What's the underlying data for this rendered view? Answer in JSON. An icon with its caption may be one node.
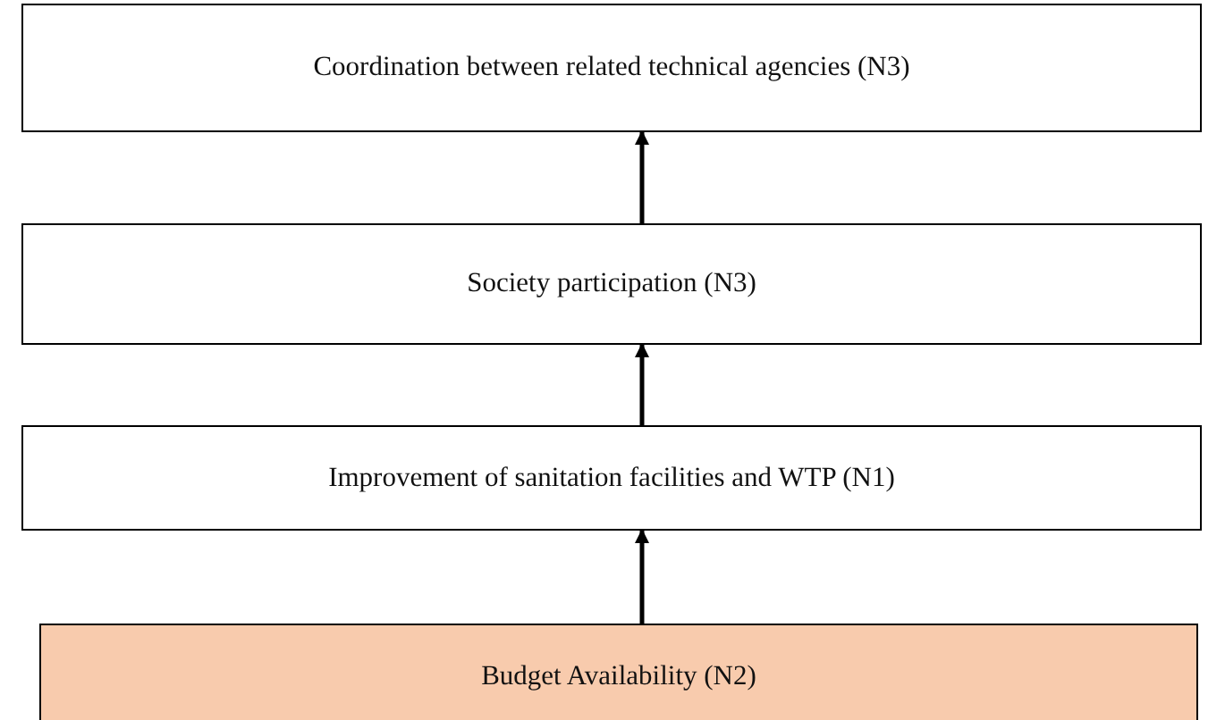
{
  "diagram": {
    "nodes": [
      {
        "text": [
          "Coordination between related technical agencies (N3)"
        ]
      },
      {
        "text": [
          "Society participation (N3)"
        ]
      },
      {
        "text": [
          "Improvement of sanitation facilities and WTP (N1)"
        ]
      },
      {
        "text": [
          "Budget Availability (N2)"
        ]
      }
    ],
    "edges": [
      {
        "from": 1,
        "to": 0,
        "arrow": "to"
      },
      {
        "from": 2,
        "to": 1,
        "arrow": "to"
      },
      {
        "from": 3,
        "to": 2,
        "arrow": "to"
      }
    ]
  }
}
